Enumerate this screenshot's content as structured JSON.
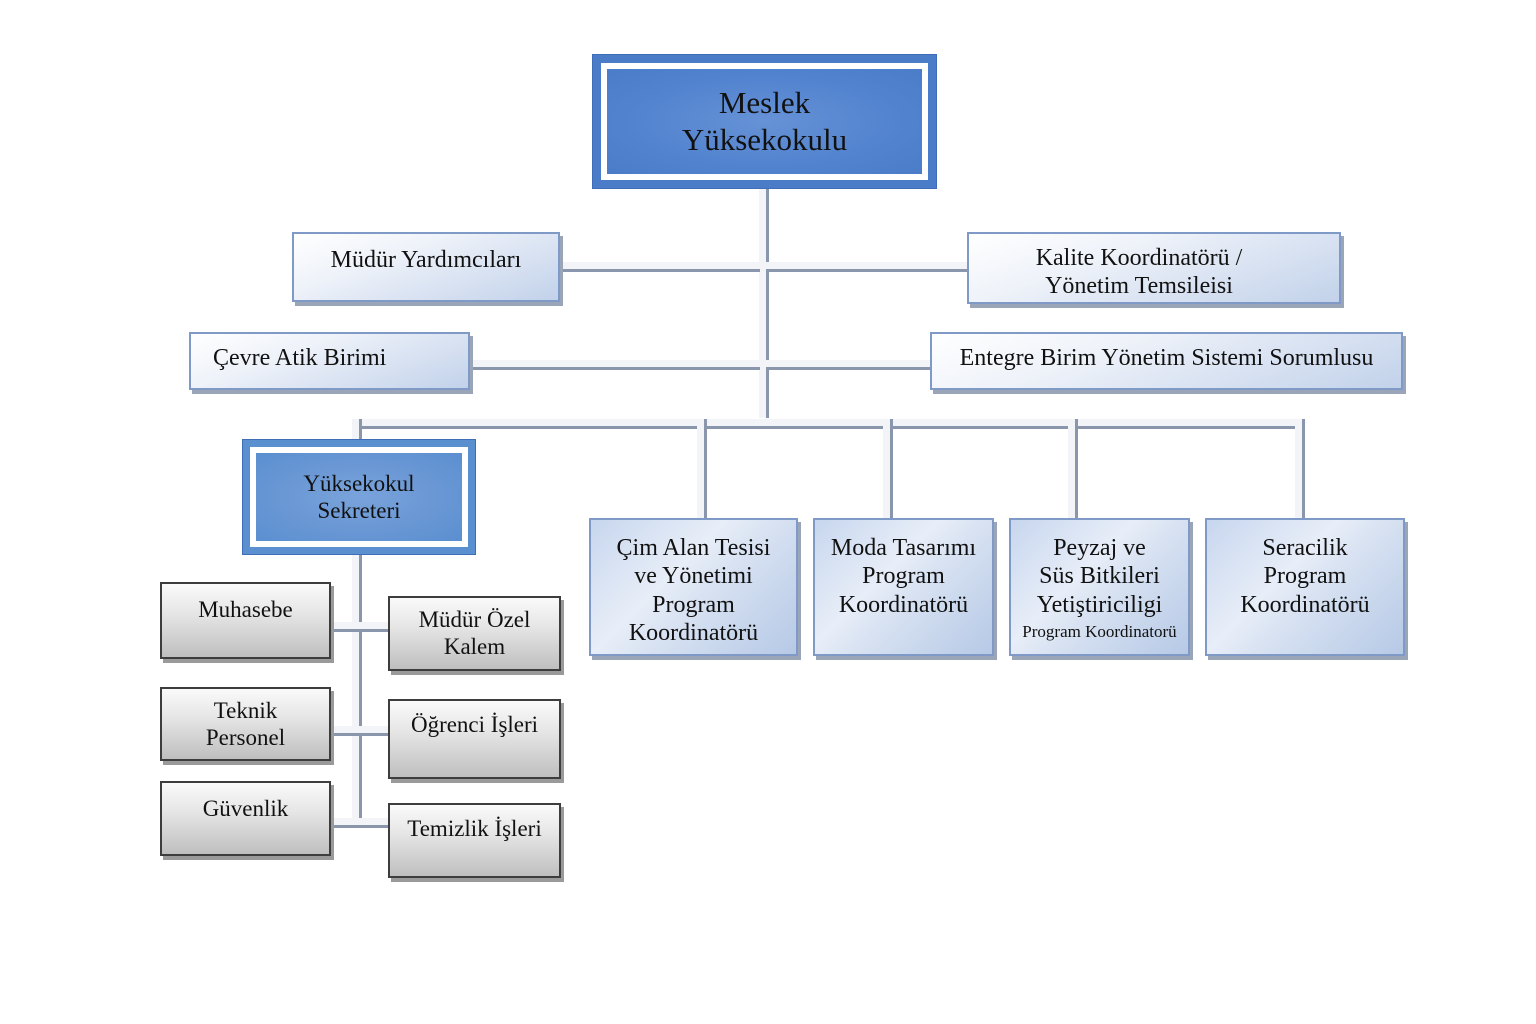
{
  "title": "Meslek Yüksekokulu Organizasyon Şeması",
  "root": {
    "lines": [
      "Meslek",
      "Yüksekokulu"
    ]
  },
  "staff_units": {
    "mudur_yardimcilari": {
      "lines": [
        "Müdür Yardımcıları"
      ]
    },
    "kalite_koordinatoru": {
      "lines": [
        "Kalite Koordinatörü /",
        "Yönetim Temsileisi"
      ]
    },
    "cevre_atik_birimi": {
      "lines": [
        "Çevre Atik Birimi"
      ]
    },
    "entegre_birim": {
      "lines": [
        "Entegre Birim Yönetim Sistemi Sorumlusu"
      ]
    }
  },
  "secretary": {
    "lines": [
      "Yüksekokul",
      "Sekreteri"
    ]
  },
  "programs": [
    {
      "lines": [
        "Çim Alan Tesisi",
        "ve Yönetimi",
        "Program",
        "Koordinatörü"
      ]
    },
    {
      "lines": [
        "Moda Tasarımı",
        "Program",
        "Koordinatörü"
      ]
    },
    {
      "lines": [
        "Peyzaj ve",
        "Süs Bitkileri",
        "Yetiştiriciligi"
      ],
      "subline": "Program Koordinatorü"
    },
    {
      "lines": [
        "Seracilik",
        "Program",
        "Koordinatörü"
      ]
    }
  ],
  "secretary_units_left": [
    {
      "lines": [
        "Muhasebe"
      ]
    },
    {
      "lines": [
        "Teknik",
        "Personel"
      ]
    },
    {
      "lines": [
        "Güvenlik"
      ]
    }
  ],
  "secretary_units_right": [
    {
      "lines": [
        "Müdür Özel",
        "Kalem"
      ]
    },
    {
      "lines": [
        "Öğrenci İşleri"
      ]
    },
    {
      "lines": [
        "Temizlik İşleri"
      ]
    }
  ],
  "colors": {
    "primary_blue": "#4a7cc8",
    "light_blue": "#d3def0",
    "border_blue": "#7f9ac6",
    "grey_box": "#bfbfbf",
    "connector": "#f2f4f8",
    "connector_shadow": "#8a96ab"
  }
}
